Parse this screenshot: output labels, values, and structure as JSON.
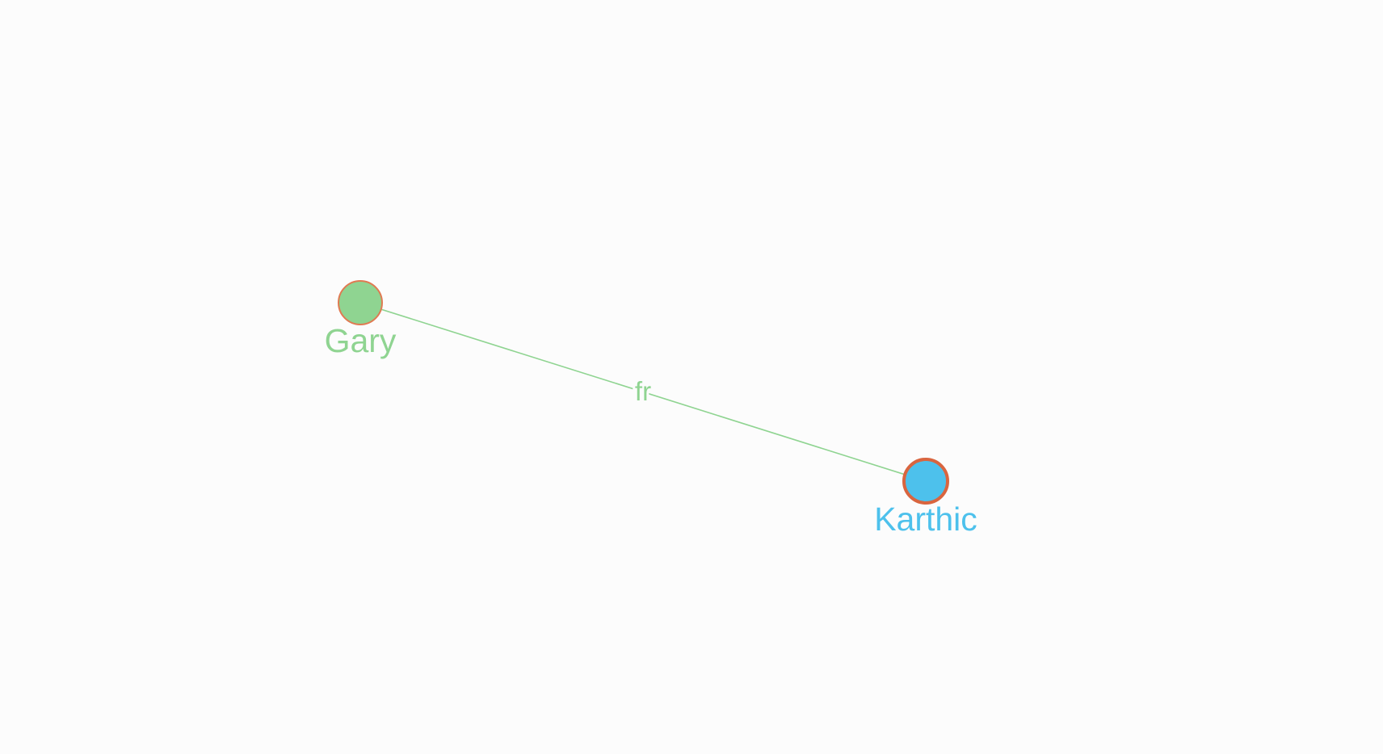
{
  "graph": {
    "nodes": [
      {
        "id": "gary",
        "label": "Gary",
        "fill": "#8fd491",
        "stroke": "#e07a52",
        "selected": false
      },
      {
        "id": "karthic",
        "label": "Karthic",
        "fill": "#4dc1ec",
        "stroke": "#d9653f",
        "selected": true
      }
    ],
    "edges": [
      {
        "from": "gary",
        "to": "karthic",
        "label": "fr",
        "color": "#8fd491"
      }
    ]
  }
}
